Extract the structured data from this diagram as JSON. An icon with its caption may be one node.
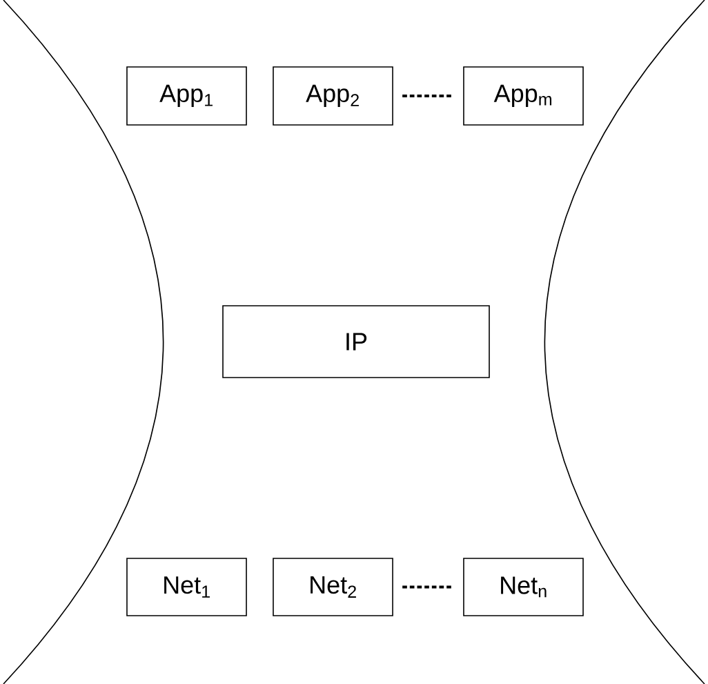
{
  "diagram": {
    "nodes": [
      {
        "text": [
          "App$_{1}$"
        ]
      },
      {
        "text": [
          "App$_{2}$"
        ]
      },
      {
        "text": [
          "App$_{m}$"
        ]
      },
      {
        "text": [
          "IP"
        ]
      },
      {
        "text": [
          "Net$_{1}$"
        ]
      },
      {
        "text": [
          "Net$_{2}$"
        ]
      },
      {
        "text": [
          "Net$_{n}$"
        ]
      }
    ],
    "edges": [
      {
        "from": 1,
        "to": 2,
        "arrow": "none",
        "style": "dashed"
      },
      {
        "from": 5,
        "to": 6,
        "arrow": "none",
        "style": "dashed"
      }
    ]
  }
}
